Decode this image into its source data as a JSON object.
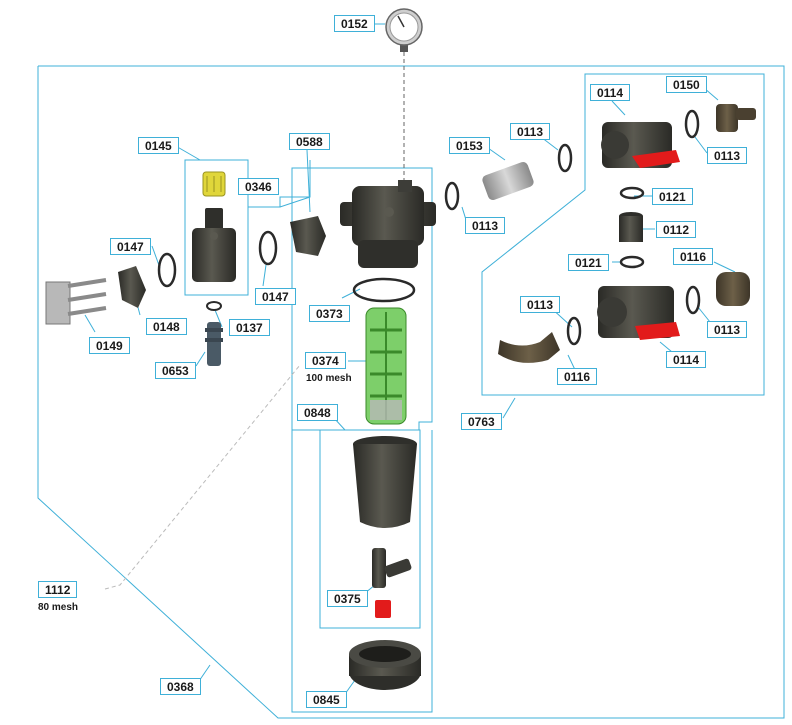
{
  "labels": {
    "p0152": "0152",
    "p0145": "0145",
    "p0346": "0346",
    "p0588": "0588",
    "p0147a": "0147",
    "p0147b": "0147",
    "p0149": "0149",
    "p0148": "0148",
    "p0137": "0137",
    "p0653": "0653",
    "p0373": "0373",
    "p0374": "0374",
    "p0848": "0848",
    "p0375": "0375",
    "p0845": "0845",
    "p1112": "1112",
    "p0368": "0368",
    "p0153": "0153",
    "p0113a": "0113",
    "p0113b": "0113",
    "p0113c": "0113",
    "p0113d": "0113",
    "p0113e": "0113",
    "p0114a": "0114",
    "p0114b": "0114",
    "p0150": "0150",
    "p0121a": "0121",
    "p0121b": "0121",
    "p0112": "0112",
    "p0116a": "0116",
    "p0116b": "0116",
    "p0763": "0763"
  },
  "notes": {
    "mesh100": "100 mesh",
    "mesh80": "80 mesh"
  },
  "colors": {
    "outline": "#3fb0d8",
    "part_dark": "#3a3a35",
    "screen_green": "#5cc24a",
    "cap_yellow": "#e0d63a",
    "handle_red": "#e21b1b"
  }
}
